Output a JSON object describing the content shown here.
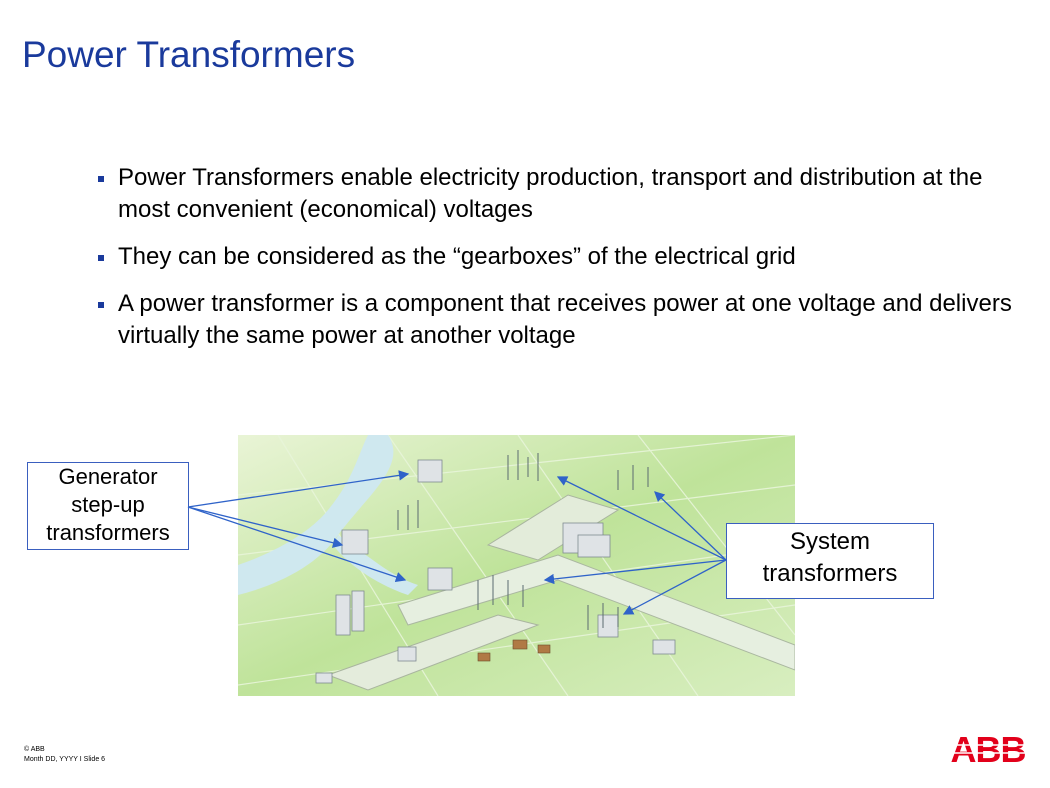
{
  "slide": {
    "title": "Power Transformers",
    "bullets": [
      "Power Transformers enable electricity production, transport and distribution at the most convenient (economical) voltages",
      "They can be considered as the “gearboxes” of the electrical grid",
      "A power transformer is a component that receives power at one voltage and delivers virtually the same power at another voltage"
    ],
    "callouts": {
      "generator_line1": "Generator",
      "generator_line2": "step-up",
      "generator_line3": "transformers",
      "system_line1": "System",
      "system_line2": "transformers"
    },
    "footer": {
      "copyright": "© ABB",
      "slide_info": "Month DD, YYYY I Slide 6"
    },
    "logo_text": "ABB",
    "colors": {
      "title": "#1a3a9c",
      "arrow": "#2f63c9",
      "logo": "#e2001a"
    }
  }
}
